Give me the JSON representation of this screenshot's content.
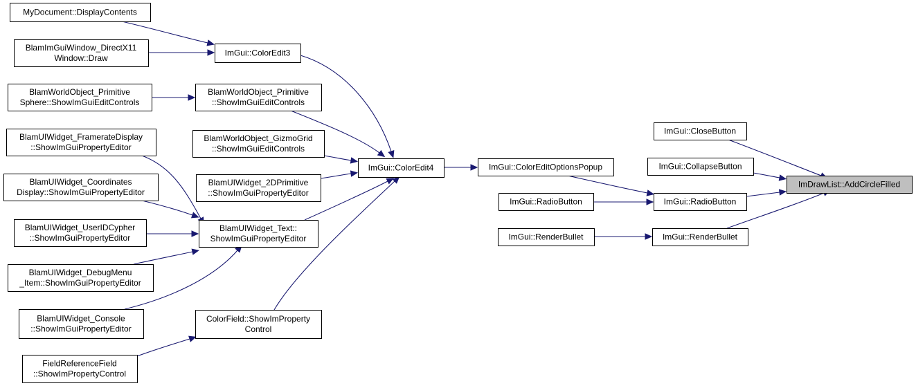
{
  "graph": {
    "colors": {
      "edge": "#191970",
      "node_fill": "#ffffff",
      "highlight_fill": "#bfbfbf",
      "border": "#000000"
    },
    "nodes": [
      {
        "id": "mydoc",
        "lines": [
          "MyDocument::DisplayContents"
        ]
      },
      {
        "id": "blamimgui",
        "lines": [
          "BlamImGuiWindow_DirectX11",
          "Window::Draw"
        ]
      },
      {
        "id": "coloredit3",
        "lines": [
          "ImGui::ColorEdit3"
        ]
      },
      {
        "id": "sphereview",
        "lines": [
          "BlamWorldObject_Primitive",
          "Sphere::ShowImGuiEditControls"
        ]
      },
      {
        "id": "primedit",
        "lines": [
          "BlamWorldObject_Primitive",
          "::ShowImGuiEditControls"
        ]
      },
      {
        "id": "framerate",
        "lines": [
          "BlamUIWidget_FramerateDisplay",
          "::ShowImGuiPropertyEditor"
        ]
      },
      {
        "id": "gizmogrid",
        "lines": [
          "BlamWorldObject_GizmoGrid",
          "::ShowImGuiEditControls"
        ]
      },
      {
        "id": "coords",
        "lines": [
          "BlamUIWidget_Coordinates",
          "Display::ShowImGuiPropertyEditor"
        ]
      },
      {
        "id": "prim2d",
        "lines": [
          "BlamUIWidget_2DPrimitive",
          "::ShowImGuiPropertyEditor"
        ]
      },
      {
        "id": "coloredit4",
        "lines": [
          "ImGui::ColorEdit4"
        ]
      },
      {
        "id": "userid",
        "lines": [
          "BlamUIWidget_UserIDCypher",
          "::ShowImGuiPropertyEditor"
        ]
      },
      {
        "id": "textwidget",
        "lines": [
          "BlamUIWidget_Text::",
          "ShowImGuiPropertyEditor"
        ]
      },
      {
        "id": "debugmenu",
        "lines": [
          "BlamUIWidget_DebugMenu",
          "_Item::ShowImGuiPropertyEditor"
        ]
      },
      {
        "id": "console",
        "lines": [
          "BlamUIWidget_Console",
          "::ShowImGuiPropertyEditor"
        ]
      },
      {
        "id": "colorfield",
        "lines": [
          "ColorField::ShowImProperty",
          "Control"
        ]
      },
      {
        "id": "fieldref",
        "lines": [
          "FieldReferenceField",
          "::ShowImPropertyControl"
        ]
      },
      {
        "id": "optionspopup",
        "lines": [
          "ImGui::ColorEditOptionsPopup"
        ]
      },
      {
        "id": "closebutton",
        "lines": [
          "ImGui::CloseButton"
        ]
      },
      {
        "id": "collapsebutton",
        "lines": [
          "ImGui::CollapseButton"
        ]
      },
      {
        "id": "radio1",
        "lines": [
          "ImGui::RadioButton"
        ]
      },
      {
        "id": "radio2",
        "lines": [
          "ImGui::RadioButton"
        ]
      },
      {
        "id": "bullet1",
        "lines": [
          "ImGui::RenderBullet"
        ]
      },
      {
        "id": "bullet2",
        "lines": [
          "ImGui::RenderBullet"
        ]
      },
      {
        "id": "addcircle",
        "lines": [
          "ImDrawList::AddCircleFilled"
        ],
        "highlight": true
      }
    ],
    "edges": [
      {
        "from": "mydoc",
        "to": "coloredit3"
      },
      {
        "from": "blamimgui",
        "to": "coloredit3"
      },
      {
        "from": "sphereview",
        "to": "primedit"
      },
      {
        "from": "coloredit3",
        "to": "coloredit4"
      },
      {
        "from": "primedit",
        "to": "coloredit4"
      },
      {
        "from": "gizmogrid",
        "to": "coloredit4"
      },
      {
        "from": "prim2d",
        "to": "coloredit4"
      },
      {
        "from": "textwidget",
        "to": "coloredit4"
      },
      {
        "from": "colorfield",
        "to": "coloredit4"
      },
      {
        "from": "framerate",
        "to": "textwidget"
      },
      {
        "from": "coords",
        "to": "textwidget"
      },
      {
        "from": "userid",
        "to": "textwidget"
      },
      {
        "from": "debugmenu",
        "to": "textwidget"
      },
      {
        "from": "console",
        "to": "textwidget"
      },
      {
        "from": "fieldref",
        "to": "colorfield"
      },
      {
        "from": "coloredit4",
        "to": "optionspopup"
      },
      {
        "from": "optionspopup",
        "to": "radio2"
      },
      {
        "from": "radio1",
        "to": "radio2"
      },
      {
        "from": "bullet1",
        "to": "bullet2"
      },
      {
        "from": "closebutton",
        "to": "addcircle"
      },
      {
        "from": "collapsebutton",
        "to": "addcircle"
      },
      {
        "from": "radio2",
        "to": "addcircle"
      },
      {
        "from": "bullet2",
        "to": "addcircle"
      }
    ]
  }
}
